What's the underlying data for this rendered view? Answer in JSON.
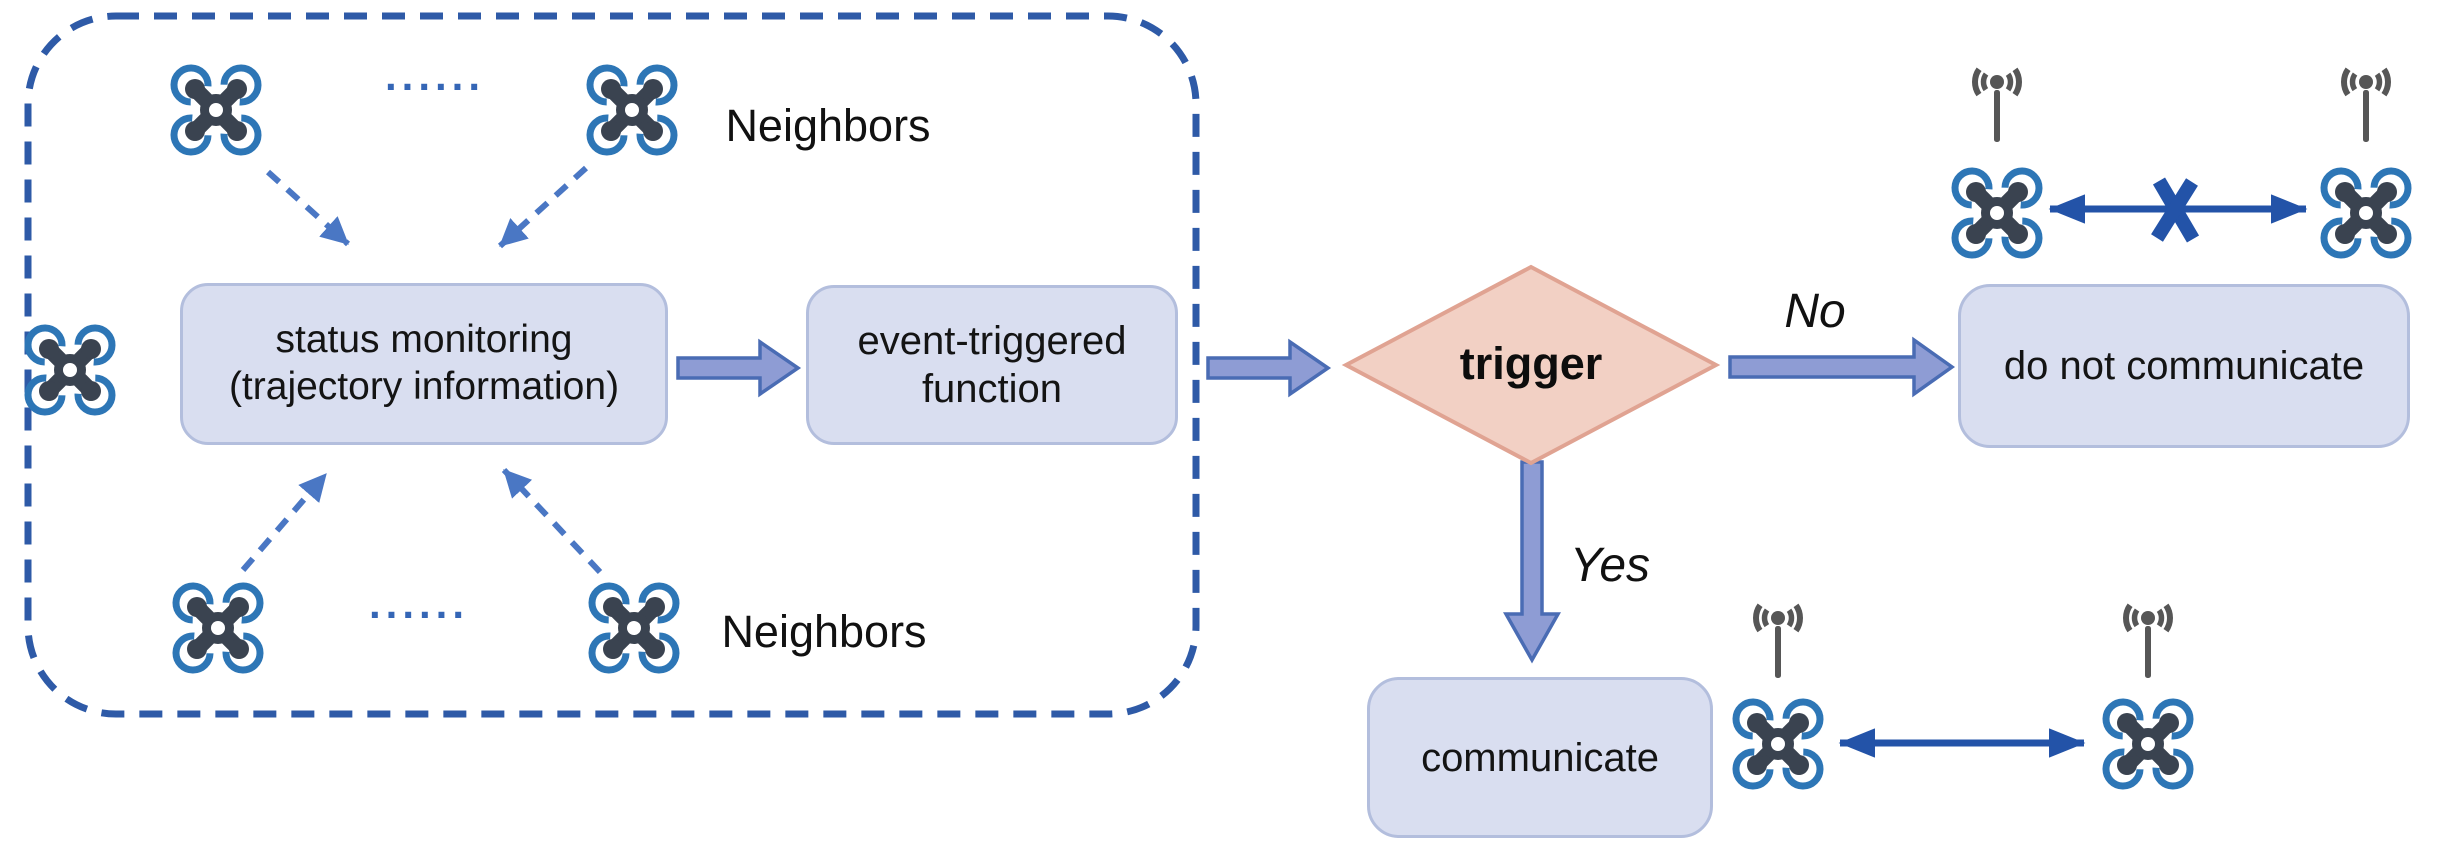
{
  "neighborhood": {
    "top_label": "Neighbors",
    "bottom_label": "Neighbors",
    "top_ellipsis": "......",
    "bottom_ellipsis": "......"
  },
  "flow": {
    "status_box": {
      "line1": "status monitoring",
      "line2": "(trajectory information)"
    },
    "event_box": {
      "line1": "event-triggered",
      "line2": "function"
    },
    "decision": {
      "label": "trigger",
      "no_label": "No",
      "yes_label": "Yes"
    },
    "outcomes": {
      "no_action": "do not communicate",
      "yes_action": "communicate"
    }
  },
  "icons": {
    "drone": "quadcopter-drone-icon",
    "antenna": "radio-antenna-icon",
    "blocked_link": "x-mark-icon",
    "ellipsis": "ellipsis-dots"
  },
  "colors": {
    "dashed_boundary_blue": "#2e5aa7",
    "dashed_arrow_blue": "#4a77c4",
    "block_arrow_fill": "#8e9cd4",
    "block_arrow_stroke": "#4a6cb4",
    "box_fill": "#d9def0",
    "box_border": "#b3bedd",
    "diamond_fill": "#f2d0c4",
    "diamond_border": "#e0a392",
    "link_arrow_blue": "#2353a8",
    "drone_body": "#3a4350",
    "rotor_blue": "#2d76b6",
    "antenna_gray": "#565656",
    "dots_blue": "#3566b6"
  }
}
